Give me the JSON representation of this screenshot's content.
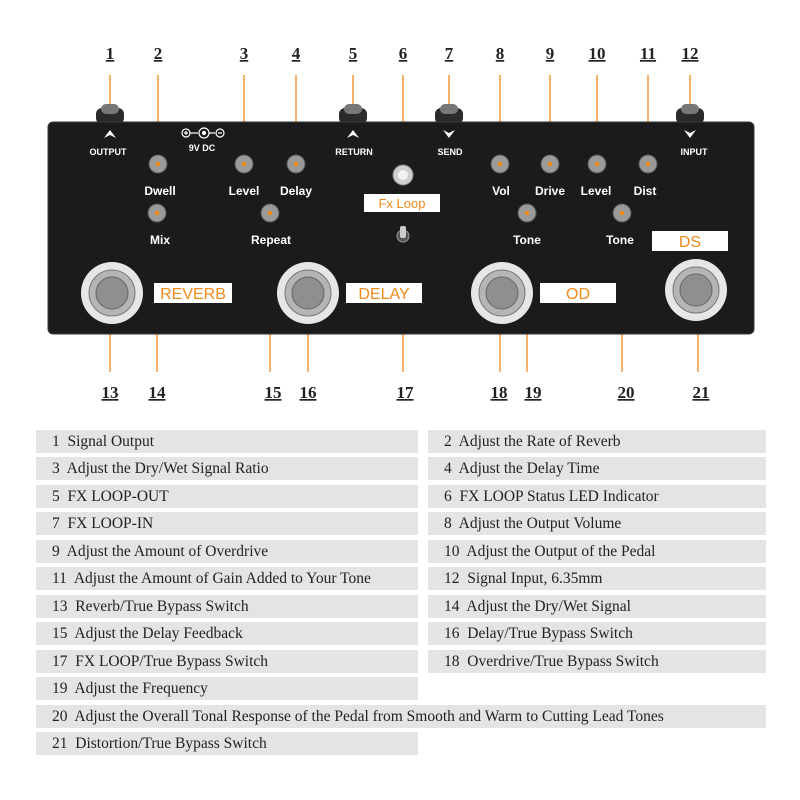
{
  "numbers": [
    "1",
    "2",
    "3",
    "4",
    "5",
    "6",
    "7",
    "8",
    "9",
    "10",
    "11",
    "12",
    "13",
    "14",
    "15",
    "16",
    "17",
    "18",
    "19",
    "20",
    "21"
  ],
  "jacks": {
    "output": "OUTPUT",
    "return": "RETURN",
    "send": "SEND",
    "input": "INPUT",
    "power": "9V DC"
  },
  "knobs": {
    "dwell": "Dwell",
    "level1": "Level",
    "delay": "Delay",
    "vol": "Vol",
    "drive": "Drive",
    "level2": "Level",
    "dist": "Dist",
    "mix": "Mix",
    "repeat": "Repeat",
    "tone1": "Tone",
    "tone2": "Tone"
  },
  "tags": {
    "fxloop": "Fx Loop",
    "reverb": "REVERB",
    "delay": "DELAY",
    "od": "OD",
    "ds": "DS"
  },
  "legend": [
    {
      "num": "1",
      "text": "Signal Output"
    },
    {
      "num": "2",
      "text": "Adjust the Rate of Reverb"
    },
    {
      "num": "3",
      "text": "Adjust the Dry/Wet Signal Ratio"
    },
    {
      "num": "4",
      "text": "Adjust the Delay Time"
    },
    {
      "num": "5",
      "text": "FX LOOP-OUT"
    },
    {
      "num": "6",
      "text": "FX LOOP Status LED Indicator"
    },
    {
      "num": "7",
      "text": "FX LOOP-IN"
    },
    {
      "num": "8",
      "text": "Adjust the Output Volume"
    },
    {
      "num": "9",
      "text": "Adjust the Amount of Overdrive"
    },
    {
      "num": "10",
      "text": "Adjust the Output of the Pedal"
    },
    {
      "num": "11",
      "text": "Adjust the Amount of Gain Added to Your Tone"
    },
    {
      "num": "12",
      "text": "Signal Input, 6.35mm"
    },
    {
      "num": "13",
      "text": "Reverb/True Bypass Switch"
    },
    {
      "num": "14",
      "text": "Adjust the Dry/Wet Signal"
    },
    {
      "num": "15",
      "text": "Adjust the Delay Feedback"
    },
    {
      "num": "16",
      "text": "Delay/True Bypass Switch"
    },
    {
      "num": "17",
      "text": "FX LOOP/True Bypass Switch"
    },
    {
      "num": "18",
      "text": "Overdrive/True Bypass Switch"
    },
    {
      "num": "19",
      "text": "Adjust the Frequency"
    },
    {
      "num": "20",
      "text": "Adjust the Overall Tonal Response of the Pedal from Smooth and Warm to Cutting Lead Tones"
    },
    {
      "num": "21",
      "text": "Distortion/True Bypass Switch"
    }
  ]
}
